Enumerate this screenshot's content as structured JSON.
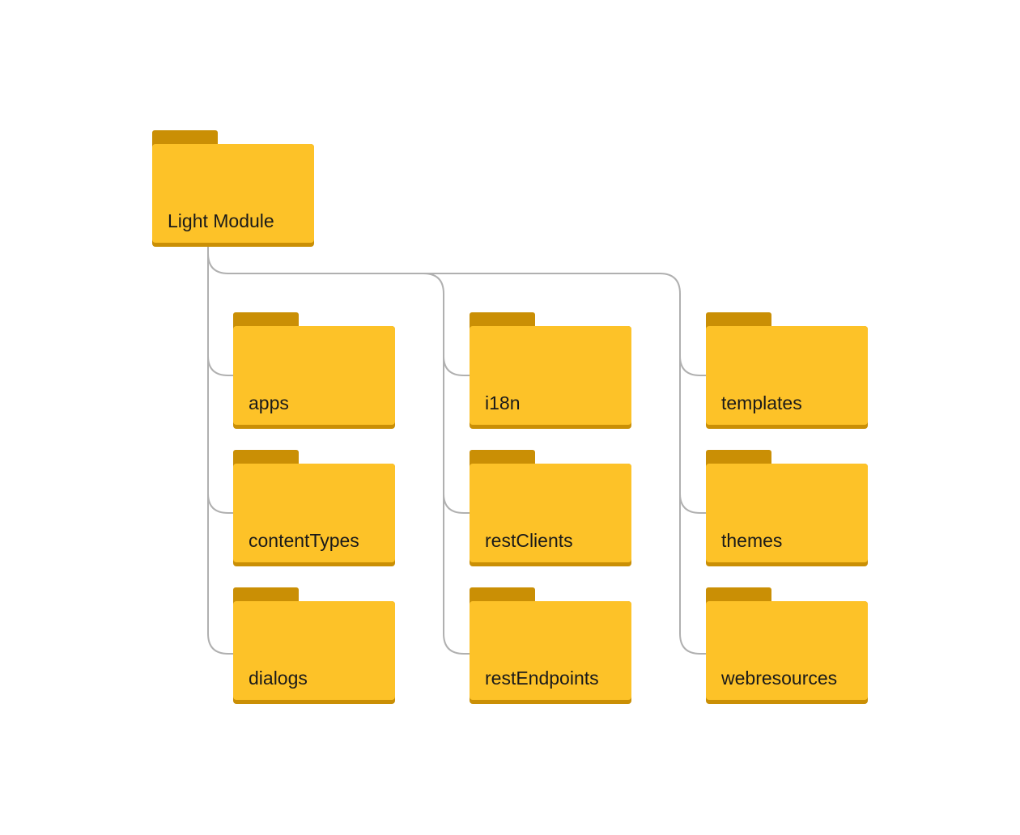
{
  "diagram": {
    "colors": {
      "folder_body": "#fdc228",
      "folder_tab": "#ca8f05",
      "connector": "#b0b0b0",
      "label_text": "#1a1a1a"
    },
    "root": {
      "label": "Light Module"
    },
    "columns": [
      {
        "children": [
          {
            "label": "apps"
          },
          {
            "label": "contentTypes"
          },
          {
            "label": "dialogs"
          }
        ]
      },
      {
        "children": [
          {
            "label": "i18n"
          },
          {
            "label": "restClients"
          },
          {
            "label": "restEndpoints"
          }
        ]
      },
      {
        "children": [
          {
            "label": "templates"
          },
          {
            "label": "themes"
          },
          {
            "label": "webresources"
          }
        ]
      }
    ]
  }
}
